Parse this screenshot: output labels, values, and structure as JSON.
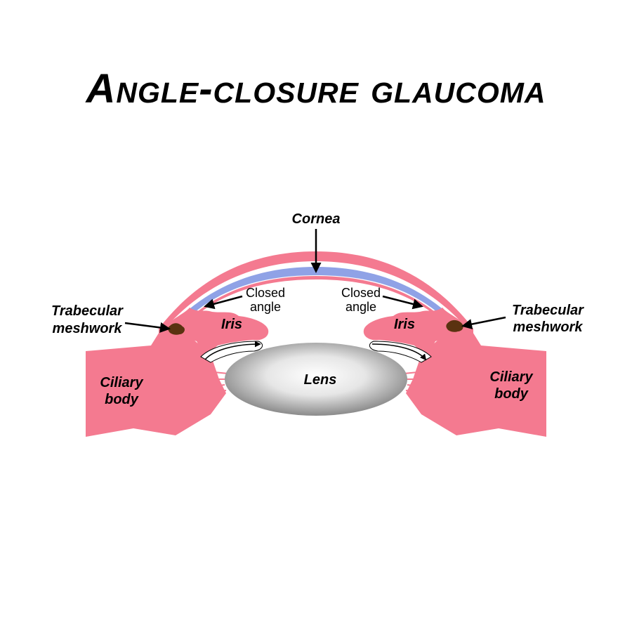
{
  "title": "Angle-closure glaucoma",
  "labels": {
    "cornea": "Cornea",
    "closed_angle_left_line1": "Closed",
    "closed_angle_left_line2": "angle",
    "closed_angle_right_line1": "Closed",
    "closed_angle_right_line2": "angle",
    "trabecular_left_line1": "Trabecular",
    "trabecular_left_line2": "meshwork",
    "trabecular_right_line1": "Trabecular",
    "trabecular_right_line2": "meshwork",
    "iris_left": "Iris",
    "iris_right": "Iris",
    "ciliary_left_line1": "Ciliary",
    "ciliary_left_line2": "body",
    "ciliary_right_line1": "Ciliary",
    "ciliary_right_line2": "body",
    "lens": "Lens"
  },
  "colors": {
    "tissue_pink": "#f47a90",
    "cornea_blue": "#8fa2e6",
    "meshwork_brown": "#5a3210",
    "lens_gray_dark": "#7f7f7f",
    "lens_gray_light": "#ffffff",
    "text": "#000000"
  }
}
